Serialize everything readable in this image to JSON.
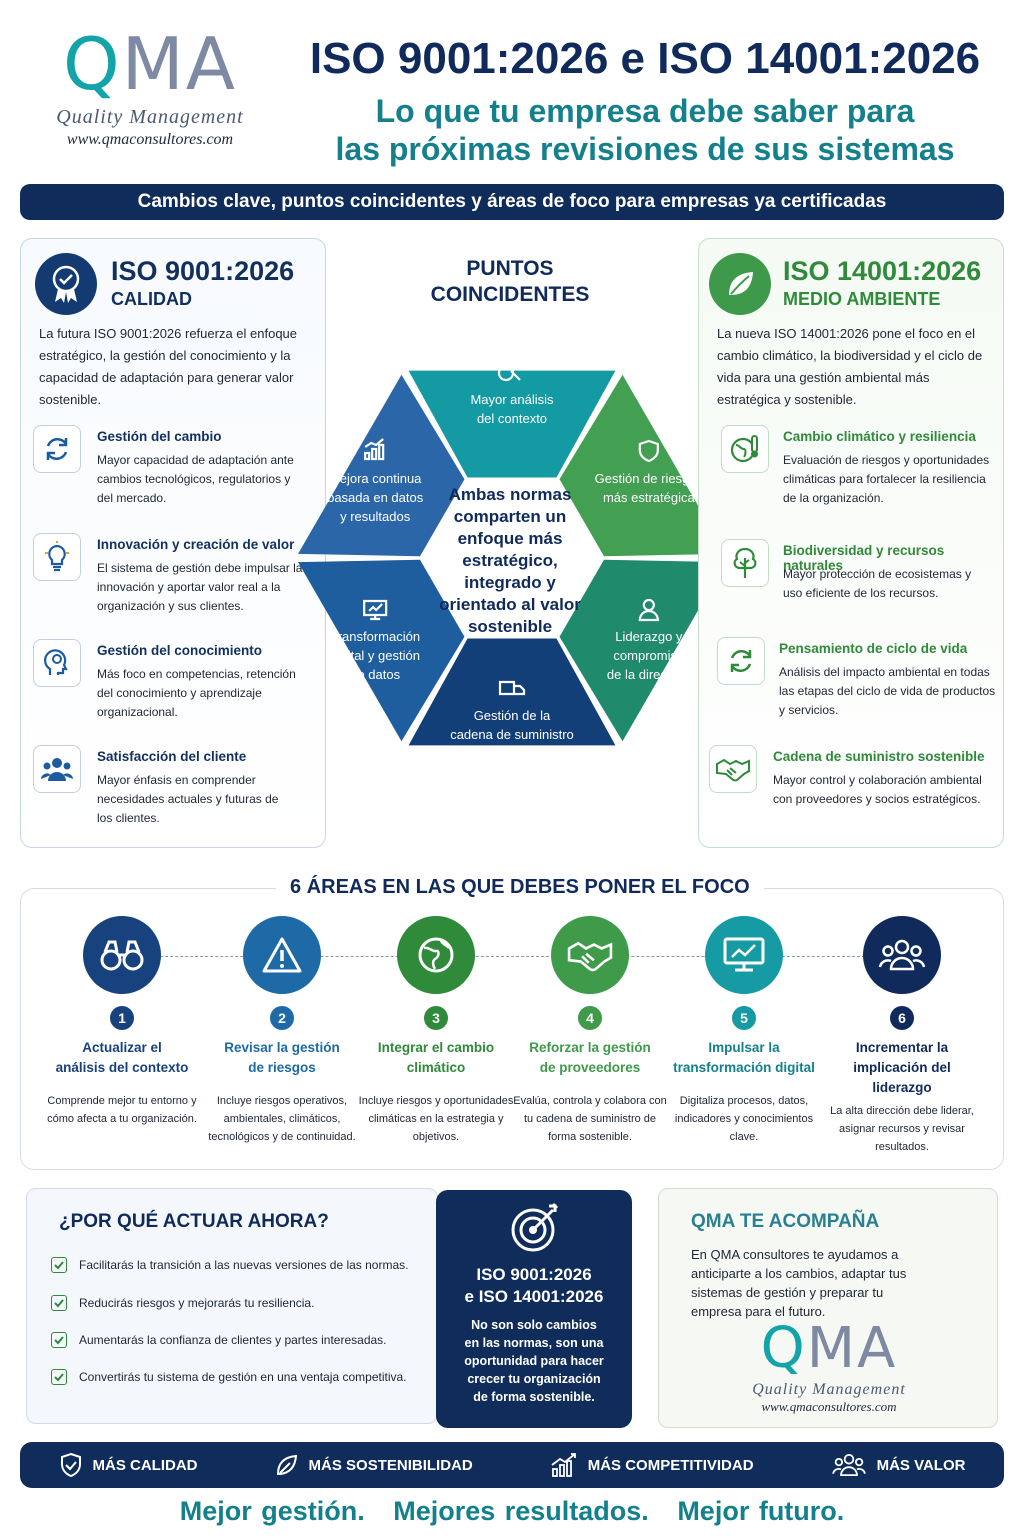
{
  "header": {
    "logo_q": "Q",
    "logo_ma": "MA",
    "logo_sub": "Quality Management",
    "logo_url": "www.qmaconsultores.com",
    "title": "ISO 9001:2026 e ISO 14001:2026",
    "subtitle_line1": "Lo que tu empresa debe saber para",
    "subtitle_line2": "las próximas revisiones de sus sistemas"
  },
  "banner": "Cambios clave, puntos coincidentes y áreas de foco para empresas ya certificadas",
  "iso9001": {
    "title": "ISO 9001:2026",
    "subtitle": "CALIDAD",
    "intro": "La futura ISO 9001:2026 refuerza el enfoque estratégico, la gestión del conocimiento y la capacidad de adaptación para generar valor sostenible.",
    "items": [
      {
        "icon": "refresh-icon",
        "title": "Gestión del cambio",
        "desc": "Mayor capacidad de adaptación ante cambios tecnológicos, regulatorios y del mercado."
      },
      {
        "icon": "lightbulb-icon",
        "title": "Innovación y creación de valor",
        "desc": "El sistema de gestión debe impulsar la innovación y aportar valor real a la organización y sus clientes."
      },
      {
        "icon": "head-gear-icon",
        "title": "Gestión del conocimiento",
        "desc": "Más foco en competencias, retención del conocimiento y aprendizaje organizacional."
      },
      {
        "icon": "people-icon",
        "title": "Satisfacción del cliente",
        "desc": "Mayor énfasis en comprender necesidades actuales y futuras de los clientes."
      }
    ]
  },
  "iso14001": {
    "title": "ISO 14001:2026",
    "subtitle": "MEDIO AMBIENTE",
    "intro": "La nueva ISO 14001:2026 pone el foco en el cambio climático, la biodiversidad y el ciclo de vida para una gestión ambiental más estratégica y sostenible.",
    "items": [
      {
        "icon": "globe-thermometer-icon",
        "title": "Cambio climático y resiliencia",
        "desc": "Evaluación de riesgos y oportunidades climáticas para fortalecer la resiliencia de la organización."
      },
      {
        "icon": "tree-icon",
        "title": "Biodiversidad y recursos naturales",
        "desc": "Mayor protección de ecosistemas y uso eficiente de los recursos."
      },
      {
        "icon": "cycle-icon",
        "title": "Pensamiento de ciclo de vida",
        "desc": "Análisis del impacto ambiental en todas las etapas del ciclo de vida de productos y servicios."
      },
      {
        "icon": "handshake-icon",
        "title": "Cadena de suministro sostenible",
        "desc": "Mayor control y colaboración ambiental con proveedores y socios estratégicos."
      }
    ]
  },
  "center": {
    "title_line1": "PUNTOS",
    "title_line2": "COINCIDENTES",
    "text": "Ambas normas comparten un enfoque más estratégico, integrado y orientado al valor sostenible",
    "segments": [
      {
        "line1": "Mayor análisis",
        "line2": "del contexto",
        "line3": "",
        "color": "#139aa3"
      },
      {
        "line1": "Gestión de riesgos",
        "line2": "más estratégica",
        "line3": "",
        "color": "#43a053"
      },
      {
        "line1": "Liderazgo y",
        "line2": "compromiso",
        "line3": "de la dirección",
        "color": "#1f8a6c"
      },
      {
        "line1": "Gestión de la",
        "line2": "cadena de suministro",
        "line3": "",
        "color": "#133f78"
      },
      {
        "line1": "Transformación",
        "line2": "digital y gestión",
        "line3": "de datos",
        "color": "#1e5e9e"
      },
      {
        "line1": "Mejora continua",
        "line2": "basada en datos",
        "line3": "y resultados",
        "color": "#2a66a8"
      }
    ]
  },
  "focus": {
    "title": "6 ÁREAS EN LAS QUE DEBES PONER EL FOCO",
    "steps": [
      {
        "num": "1",
        "icon": "binoculars-icon",
        "title_line1": "Actualizar el",
        "title_line2": "análisis del contexto",
        "title_line3": "",
        "desc": "Comprende mejor tu entorno y cómo afecta a tu organización.",
        "color": "#17427e"
      },
      {
        "num": "2",
        "icon": "warning-icon",
        "title_line1": "Revisar la gestión",
        "title_line2": "de riesgos",
        "title_line3": "",
        "desc": "Incluye riesgos operativos, ambientales, climáticos, tecnológicos y de continuidad.",
        "color": "#1d6aa6"
      },
      {
        "num": "3",
        "icon": "globe-icon",
        "title_line1": "Integrar el cambio",
        "title_line2": "climático",
        "title_line3": "",
        "desc": "Incluye riesgos y oportunidades climáticas en la estrategia y objetivos.",
        "color": "#2f8a3a"
      },
      {
        "num": "4",
        "icon": "handshake-icon",
        "title_line1": "Reforzar la gestión",
        "title_line2": "de proveedores",
        "title_line3": "",
        "desc": "Evalúa, controla y colabora con tu cadena de suministro de forma sostenible.",
        "color": "#3f9a4a"
      },
      {
        "num": "5",
        "icon": "monitor-chart-icon",
        "title_line1": "Impulsar la",
        "title_line2": "transformación digital",
        "title_line3": "",
        "desc": "Digitaliza procesos, datos, indicadores y conocimientos clave.",
        "color": "#169aa3"
      },
      {
        "num": "6",
        "icon": "group-icon",
        "title_line1": "Incrementar la",
        "title_line2": "implicación del",
        "title_line3": "liderazgo",
        "desc": "La alta dirección debe liderar, asignar recursos y revisar resultados.",
        "color": "#102a5b"
      }
    ]
  },
  "why": {
    "title": "¿POR QUÉ ACTUAR AHORA?",
    "items": [
      "Facilitarás la transición a las nuevas versiones de las normas.",
      "Reducirás riesgos y mejorarás tu resiliencia.",
      "Aumentarás la confianza de clientes y partes interesadas.",
      "Convertirás tu sistema de gestión en una ventaja competitiva."
    ]
  },
  "mid": {
    "title_line1": "ISO 9001:2026",
    "title_line2": "e ISO 14001:2026",
    "text": "No son solo cambios en las normas, son una oportunidad para hacer crecer tu organización de forma sostenible."
  },
  "qma": {
    "title": "QMA TE ACOMPAÑA",
    "text": "En QMA consultores te ayudamos a anticiparte a los cambios, adaptar tus sistemas de gestión y preparar tu empresa para el futuro."
  },
  "bottom_bar": [
    "MÁS CALIDAD",
    "MÁS SOSTENIBILIDAD",
    "MÁS COMPETITIVIDAD",
    "MÁS VALOR"
  ],
  "slogan": "Mejor gestión.   Mejores resultados.   Mejor futuro.",
  "colors": {
    "navy": "#102c5a",
    "teal": "#13a4a9",
    "green": "#2f8a3a"
  }
}
